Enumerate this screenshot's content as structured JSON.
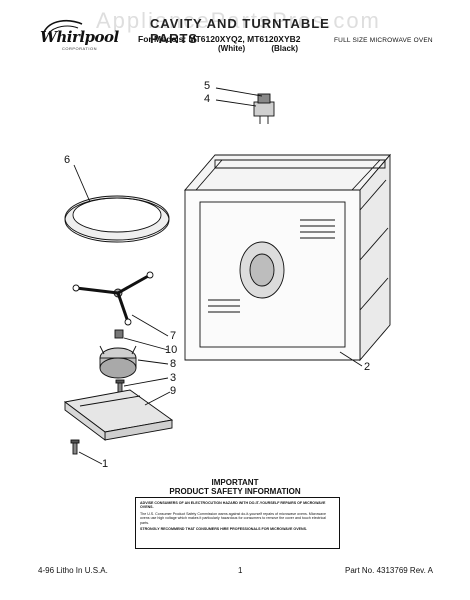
{
  "header": {
    "brand": "Whirlpool",
    "brand_sub": "CORPORATION",
    "title": "CAVITY AND TURNTABLE PARTS",
    "models_line": "For Models: MT6120XYQ2, MT6120XYB2",
    "models_colors": "(White) (Black)",
    "oven_type": "FULL SIZE MICROWAVE OVEN",
    "watermark": "AppliancePartsPros.com"
  },
  "callouts": {
    "c1": "1",
    "c2": "2",
    "c3": "3",
    "c4": "4",
    "c5": "5",
    "c6": "6",
    "c7": "7",
    "c8": "8",
    "c9": "9",
    "c10": "10"
  },
  "safety": {
    "heading_1": "IMPORTANT",
    "heading_2": "PRODUCT SAFETY INFORMATION",
    "para_1": "ADVISE CONSUMERS OF AN ELECTROCUTION HAZARD WITH DO-IT-YOURSELF REPAIRS OF MICROWAVE OVENS.",
    "para_2": "The U.S. Consumer Product Safety Commission warns against do-it-yourself repairs of microwave ovens. Microwave ovens use high voltage which makes it particularly hazardous for consumers to remove the cover and touch electrical parts.",
    "para_3": "STRONGLY RECOMMEND THAT CONSUMERS HIRE PROFESSIONALS FOR MICROWAVE OVENS."
  },
  "footer": {
    "left": "4-96 Litho In U.S.A.",
    "page": "1",
    "part_no": "Part No. 4313769 Rev. A"
  }
}
